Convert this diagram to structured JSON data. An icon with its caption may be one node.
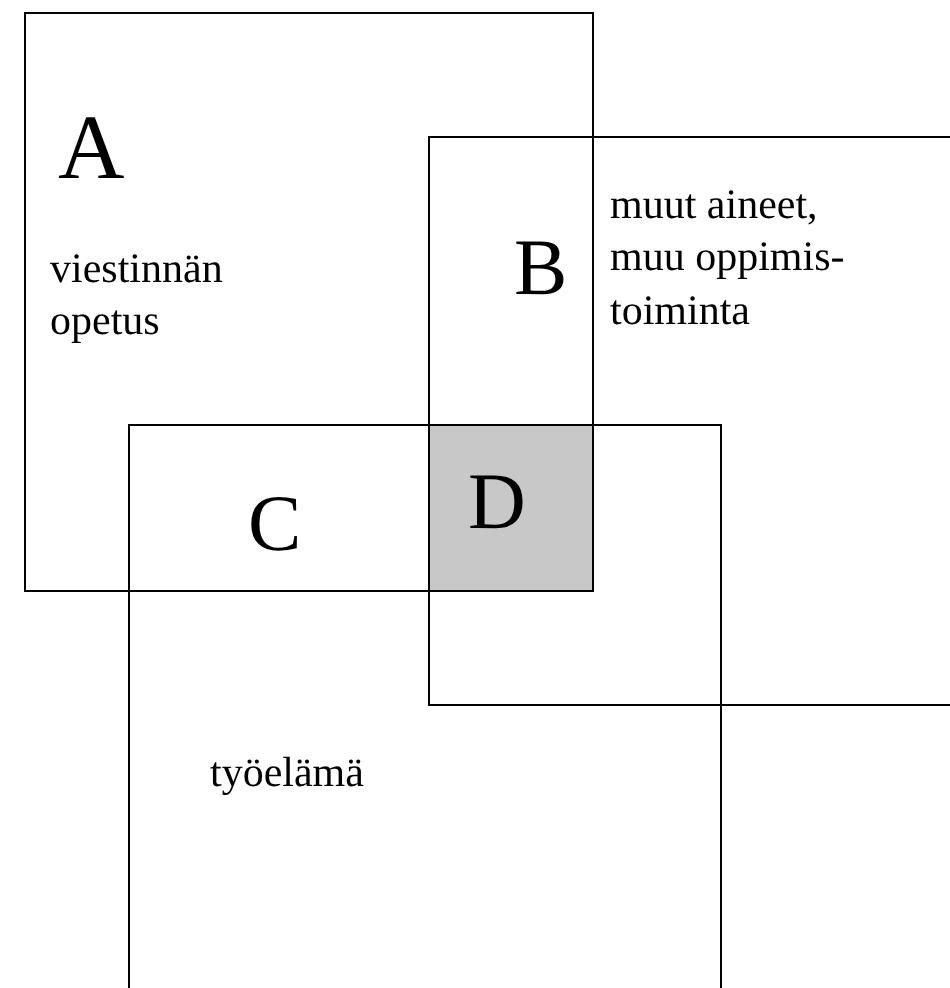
{
  "diagram": {
    "nodes": [
      {
        "text": [
          "A",
          "viestinnän opetus"
        ]
      },
      {
        "text": [
          "B",
          "muut aineet, muu oppimis-toiminta"
        ]
      },
      {
        "text": [
          "työelämä"
        ]
      },
      {
        "text": [
          "D"
        ]
      }
    ],
    "labels": [
      "C"
    ]
  }
}
